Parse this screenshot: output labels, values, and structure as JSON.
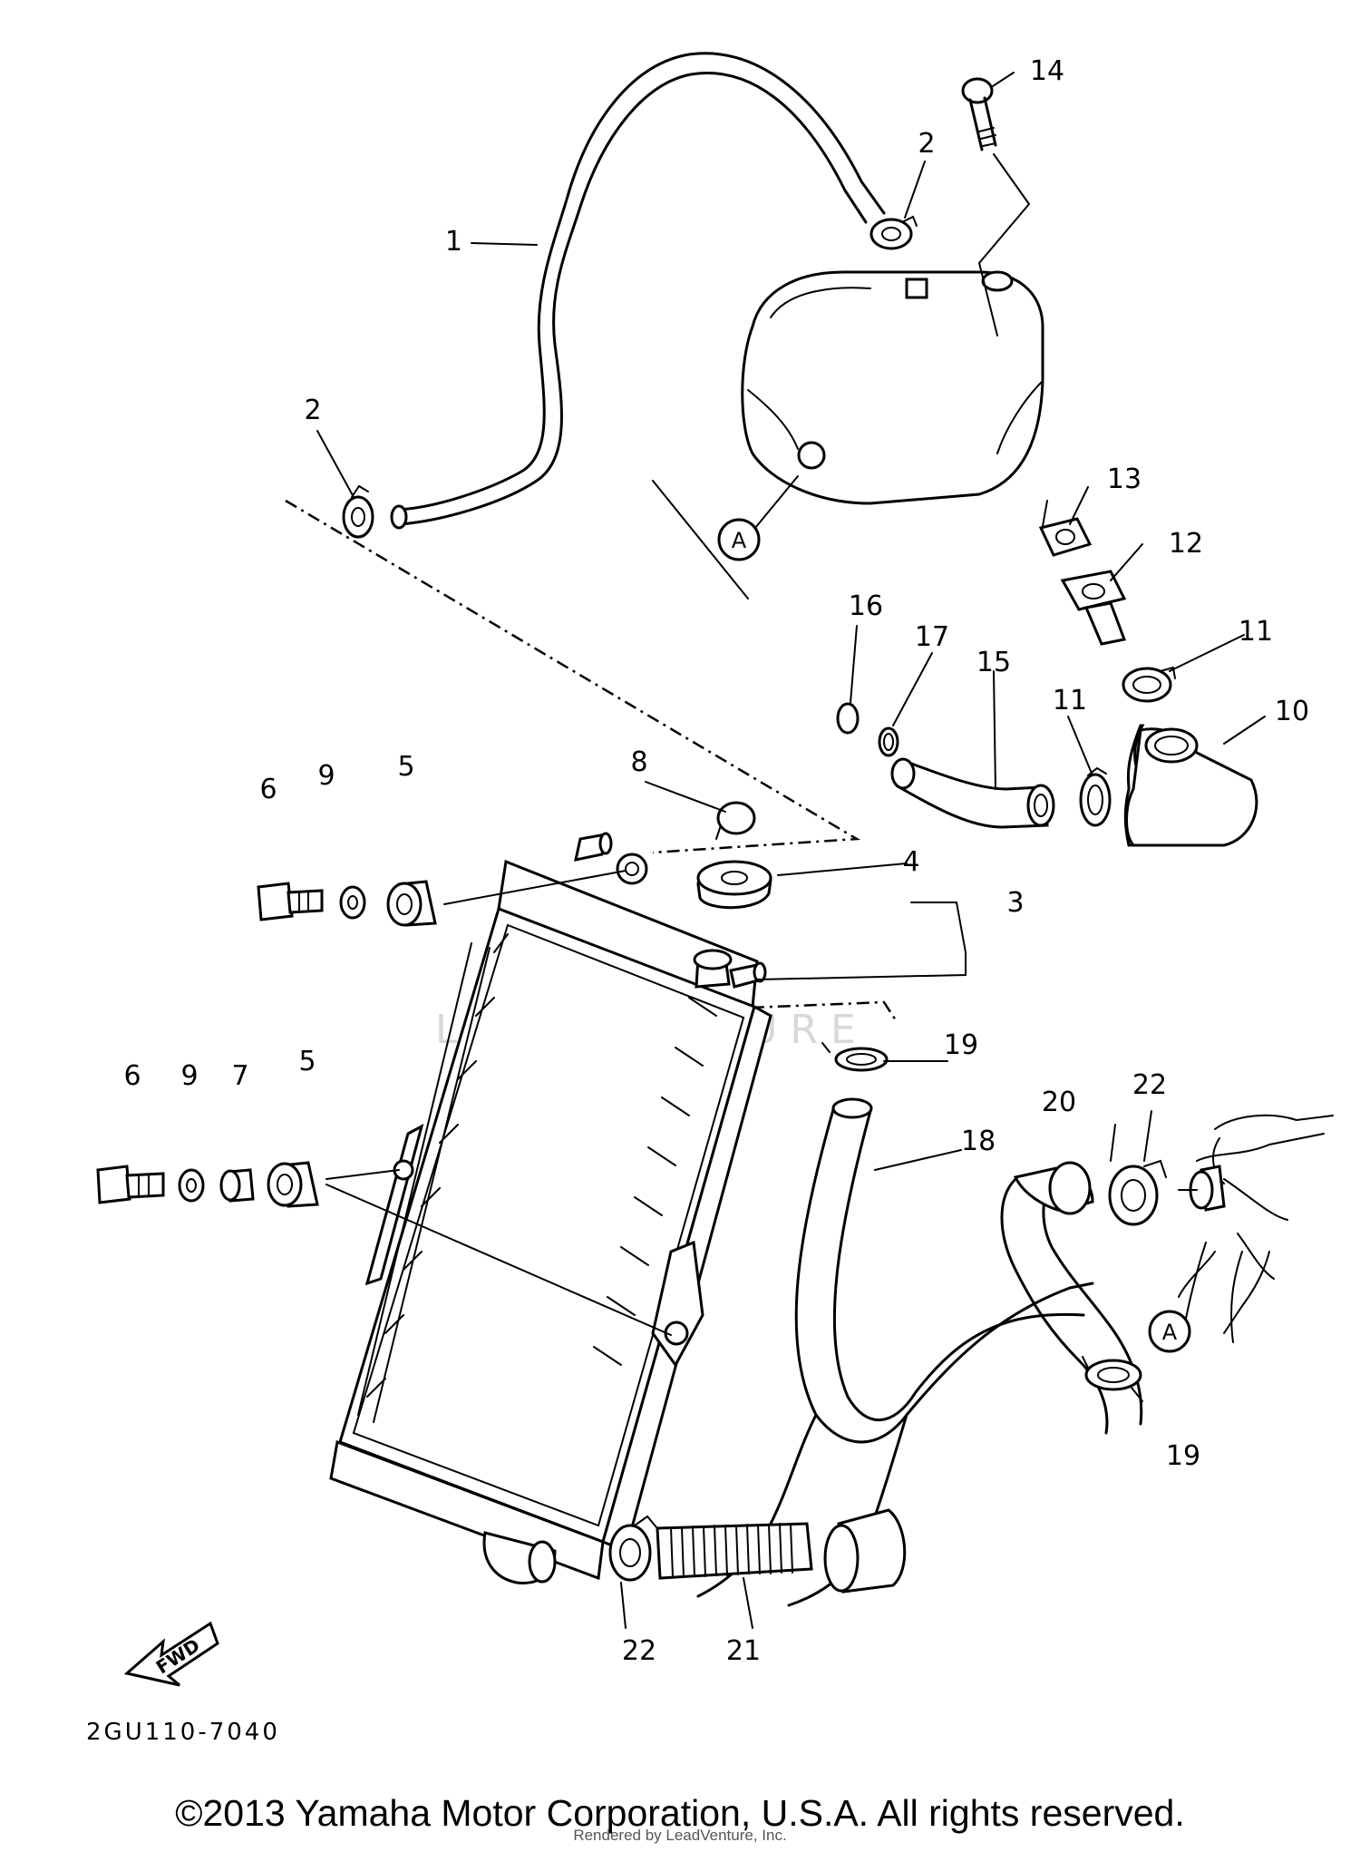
{
  "diagram": {
    "code": "2GU110-7040",
    "fwd_label": "FWD",
    "watermark": "LEADVENTURE",
    "ref_label_a": "A",
    "callouts": {
      "c1": "1",
      "c2a": "2",
      "c2b": "2",
      "c3": "3",
      "c4": "4",
      "c5a": "5",
      "c5b": "5",
      "c6a": "6",
      "c6b": "6",
      "c7": "7",
      "c8": "8",
      "c9a": "9",
      "c9b": "9",
      "c10": "10",
      "c11a": "11",
      "c11b": "11",
      "c12": "12",
      "c13": "13",
      "c14": "14",
      "c15": "15",
      "c16": "16",
      "c17": "17",
      "c18": "18",
      "c19a": "19",
      "c19b": "19",
      "c20": "20",
      "c21": "21",
      "c22a": "22",
      "c22b": "22"
    }
  },
  "footer": {
    "copyright": "©2013 Yamaha Motor Corporation, U.S.A. All rights reserved.",
    "rendered_by": "Rendered by LeadVenture, Inc."
  }
}
